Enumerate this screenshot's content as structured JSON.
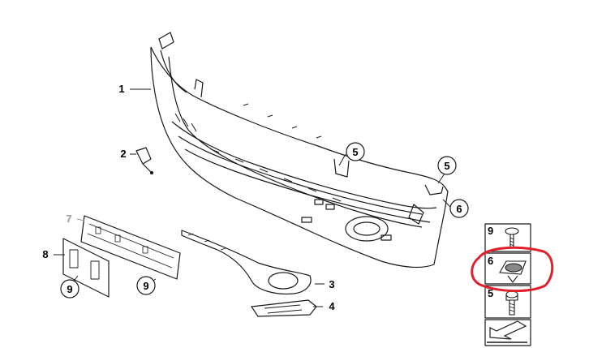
{
  "callouts": [
    {
      "id": "c1",
      "text": "1"
    },
    {
      "id": "c2",
      "text": "2"
    },
    {
      "id": "c3",
      "text": "3"
    },
    {
      "id": "c4",
      "text": "4"
    },
    {
      "id": "c5a",
      "text": "5"
    },
    {
      "id": "c5b",
      "text": "5"
    },
    {
      "id": "c6",
      "text": "6"
    },
    {
      "id": "c7",
      "text": "7"
    },
    {
      "id": "c8",
      "text": "8"
    },
    {
      "id": "c9a",
      "text": "9"
    },
    {
      "id": "c9b",
      "text": "9"
    }
  ],
  "legend": [
    {
      "text": "9",
      "icon": "screw-icon"
    },
    {
      "text": "6",
      "icon": "clip-nut-icon"
    },
    {
      "text": "5",
      "icon": "bolt-icon"
    }
  ],
  "annotation": {
    "color": "#e0202a",
    "shape": "hand-drawn-circle"
  },
  "colors": {
    "line": "#1a1a1a",
    "muted_label": "#9a9a9a",
    "part_fill": "#ffffff"
  }
}
